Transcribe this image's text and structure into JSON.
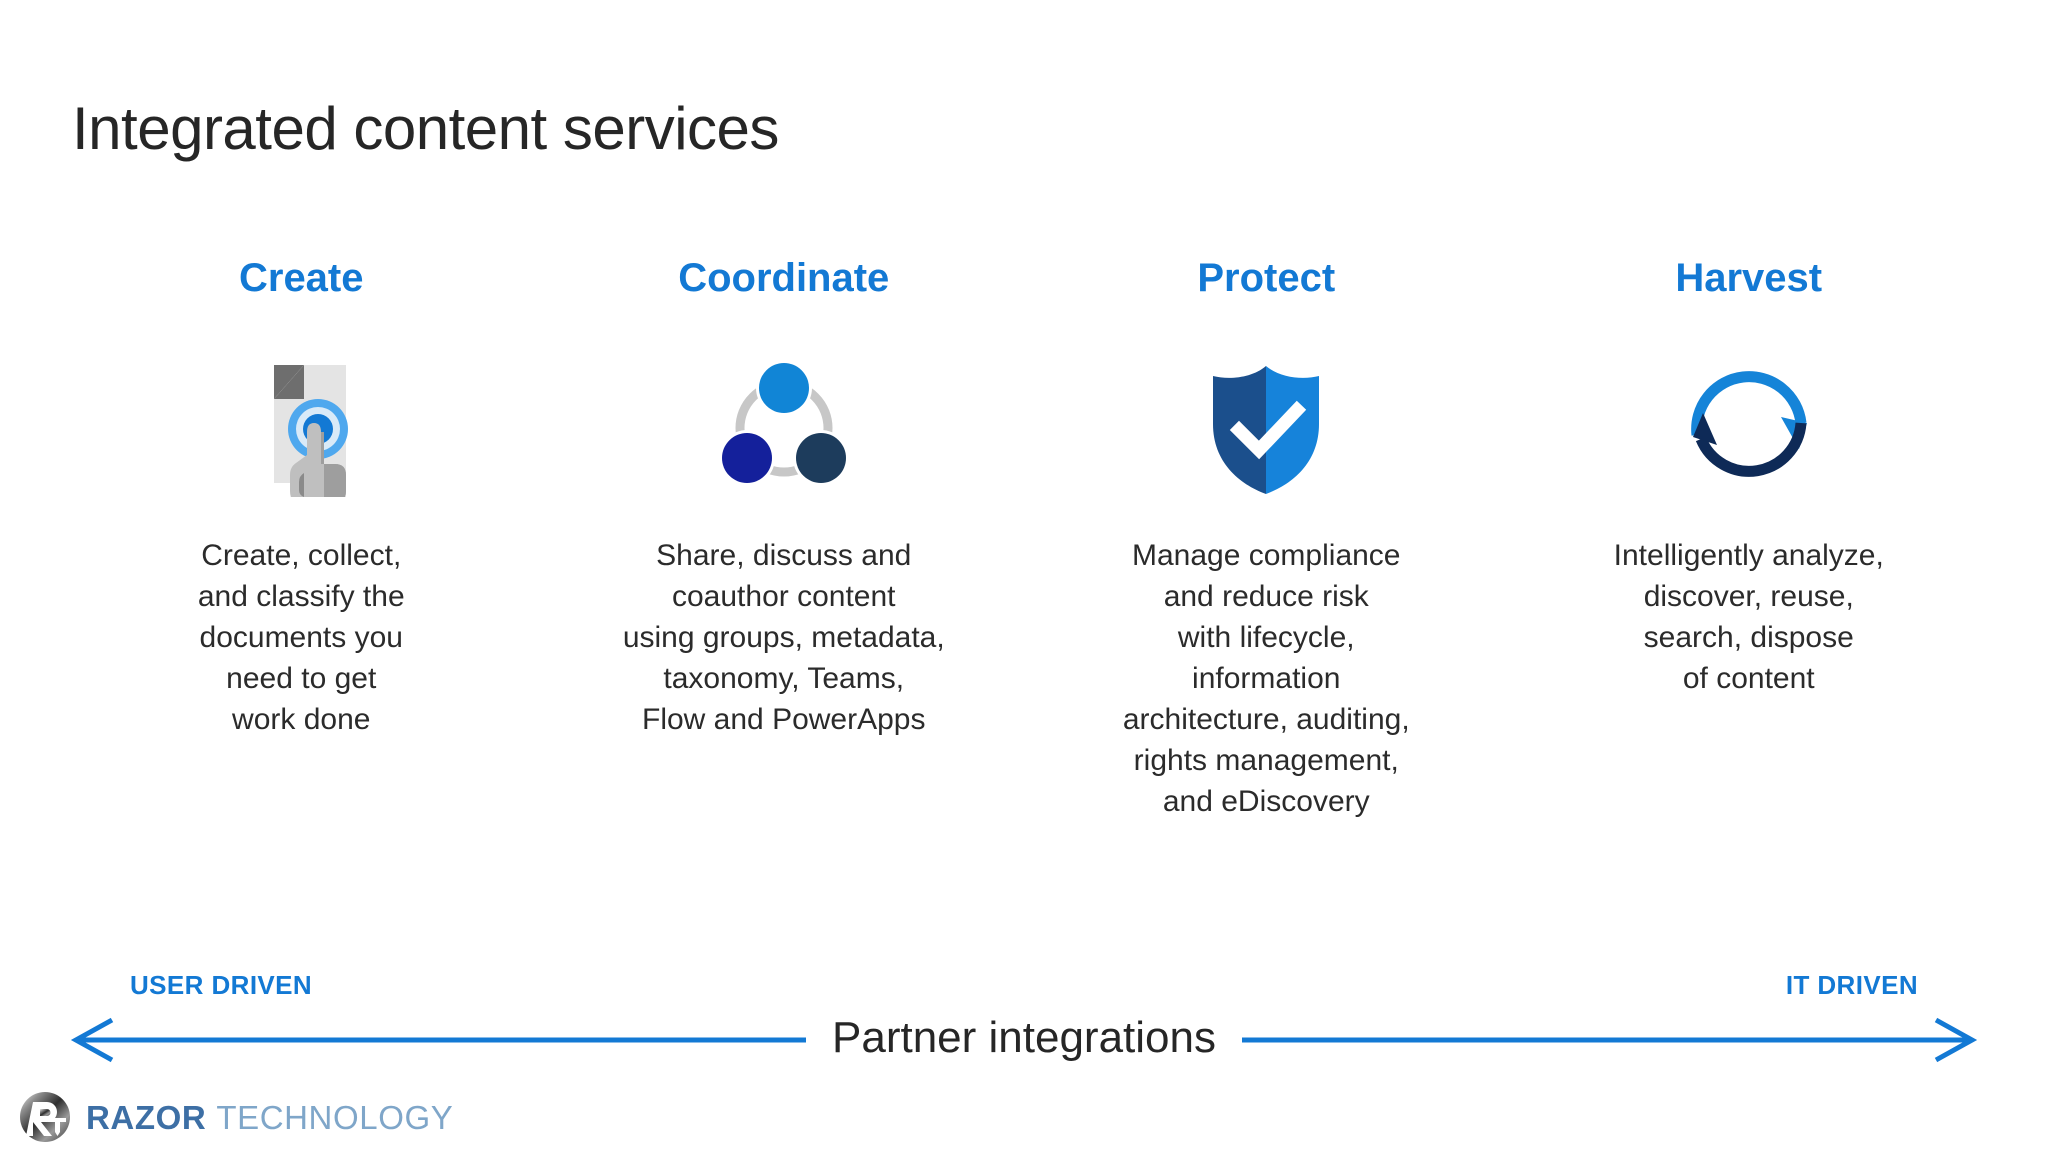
{
  "slide": {
    "title": "Integrated content services",
    "background_color": "#FFFFFF",
    "accent_blue": "#1379D4",
    "text_color": "#262626"
  },
  "columns": [
    {
      "heading": "Create",
      "icon": "document-touch-icon",
      "body": "Create, collect,\nand classify the\ndocuments you\nneed to get\nwork done"
    },
    {
      "heading": "Coordinate",
      "icon": "three-circles-cycle-icon",
      "body": "Share, discuss and\ncoauthor content\nusing groups, metadata,\ntaxonomy, Teams,\nFlow and PowerApps"
    },
    {
      "heading": "Protect",
      "icon": "shield-check-icon",
      "body": "Manage compliance\nand reduce risk\nwith lifecycle,\ninformation\narchitecture, auditing,\nrights management,\nand eDiscovery"
    },
    {
      "heading": "Harvest",
      "icon": "circular-arrows-icon",
      "body": "Intelligently analyze,\ndiscover, reuse,\nsearch, dispose\nof content"
    }
  ],
  "axis": {
    "left_label": "USER DRIVEN",
    "right_label": "IT DRIVEN",
    "center_label": "Partner integrations",
    "line_color": "#1379D4"
  },
  "logo": {
    "mark": "razor-r-monogram-icon",
    "primary": "RAZOR",
    "secondary": "TECHNOLOGY",
    "primary_color": "#3D6FA5",
    "secondary_color": "#7FA6C9"
  }
}
